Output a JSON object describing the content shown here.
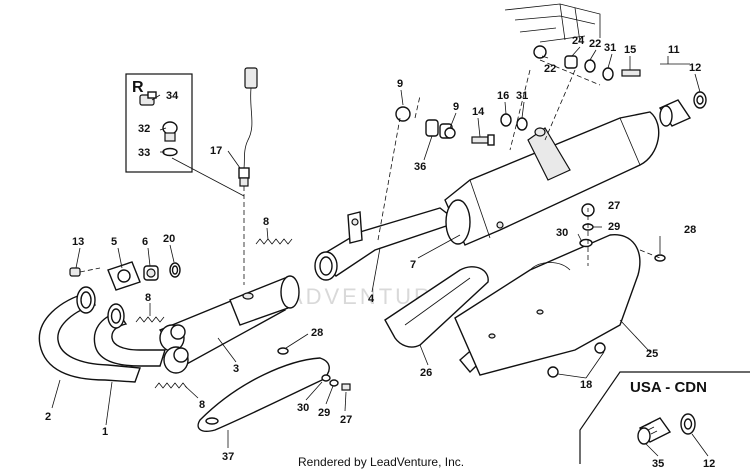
{
  "diagram": {
    "watermark": "LEADVENTURE",
    "footer": "Rendered by LeadVenture, Inc.",
    "region_r_label": "R",
    "region_usa_label": "USA - CDN",
    "callouts": [
      {
        "id": "c-34",
        "text": "34"
      },
      {
        "id": "c-32",
        "text": "32"
      },
      {
        "id": "c-33",
        "text": "33"
      },
      {
        "id": "c-17",
        "text": "17"
      },
      {
        "id": "c-9a",
        "text": "9"
      },
      {
        "id": "c-9b",
        "text": "9"
      },
      {
        "id": "c-16",
        "text": "16"
      },
      {
        "id": "c-31a",
        "text": "31"
      },
      {
        "id": "c-14",
        "text": "14"
      },
      {
        "id": "c-36",
        "text": "36"
      },
      {
        "id": "c-24",
        "text": "24"
      },
      {
        "id": "c-22a",
        "text": "22"
      },
      {
        "id": "c-22b",
        "text": "22"
      },
      {
        "id": "c-31b",
        "text": "31"
      },
      {
        "id": "c-15",
        "text": "15"
      },
      {
        "id": "c-11",
        "text": "11"
      },
      {
        "id": "c-12a",
        "text": "12"
      },
      {
        "id": "c-13",
        "text": "13"
      },
      {
        "id": "c-5",
        "text": "5"
      },
      {
        "id": "c-6",
        "text": "6"
      },
      {
        "id": "c-20",
        "text": "20"
      },
      {
        "id": "c-8a",
        "text": "8"
      },
      {
        "id": "c-8b",
        "text": "8"
      },
      {
        "id": "c-8c",
        "text": "8"
      },
      {
        "id": "c-4",
        "text": "4"
      },
      {
        "id": "c-7",
        "text": "7"
      },
      {
        "id": "c-27a",
        "text": "27"
      },
      {
        "id": "c-29a",
        "text": "29"
      },
      {
        "id": "c-30a",
        "text": "30"
      },
      {
        "id": "c-28a",
        "text": "28"
      },
      {
        "id": "c-28b",
        "text": "28"
      },
      {
        "id": "c-2",
        "text": "2"
      },
      {
        "id": "c-1",
        "text": "1"
      },
      {
        "id": "c-3",
        "text": "3"
      },
      {
        "id": "c-30b",
        "text": "30"
      },
      {
        "id": "c-29b",
        "text": "29"
      },
      {
        "id": "c-27b",
        "text": "27"
      },
      {
        "id": "c-26",
        "text": "26"
      },
      {
        "id": "c-25",
        "text": "25"
      },
      {
        "id": "c-18",
        "text": "18"
      },
      {
        "id": "c-37",
        "text": "37"
      },
      {
        "id": "c-35",
        "text": "35"
      },
      {
        "id": "c-12b",
        "text": "12"
      }
    ]
  }
}
